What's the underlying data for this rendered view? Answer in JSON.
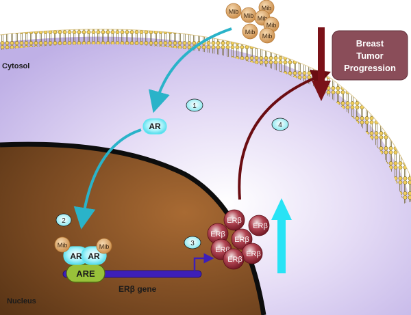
{
  "labels": {
    "cytosol": "Cytosol",
    "nucleus": "Nucleus",
    "gene": "ERβ gene",
    "outcome": [
      "Breast",
      "Tumor",
      "Progression"
    ]
  },
  "molecules": {
    "mib": "Mib",
    "ar": "AR",
    "are": "ARE",
    "erb": "ERβ"
  },
  "steps": [
    "1",
    "2",
    "3",
    "4"
  ],
  "colors": {
    "cytosol": "#dcd2f2",
    "nucleus": "#8a5428",
    "mib": "#e3b27c",
    "ar": "#5fe6f2",
    "erb": "#8a1f2a",
    "arrow_teal": "#2ab3c9",
    "arrow_dark": "#6b0d12",
    "progression_box": "#8a4d59",
    "gene_bar": "#3d1fb8",
    "are": "#98c23a"
  }
}
